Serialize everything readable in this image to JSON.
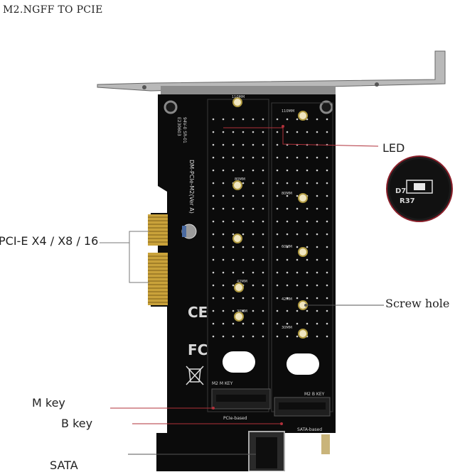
{
  "title": "M2.NGFF TO PCIE",
  "labels": {
    "led": "LED",
    "screw_hole": "Screw hole",
    "pcie": "PCI-E X4 / X8 / 16",
    "m_key": "M key",
    "b_key": "B key",
    "sata": "SATA"
  },
  "board_text": {
    "part_no": "DM-PCIe-M2(Ver A)",
    "cert_a": "E230603",
    "cert_b": "94V-0 SR-01",
    "slot_m": "M2 M KEY",
    "slot_b": "M2 B KEY",
    "pcie_based": "PCIe-based",
    "sata_based": "SATA-based",
    "len_110": "110MM",
    "len_80": "80MM",
    "len_60": "60MM",
    "len_42": "42MM",
    "len_30": "30MM",
    "ce": "CE",
    "fc": "FC",
    "inset_a": "D7",
    "inset_b": "R37"
  },
  "colors": {
    "pcb": "#0b0b0b",
    "bracket": "#a9a9a9",
    "gold": "#c9a23a",
    "leader": "#b0303a"
  }
}
